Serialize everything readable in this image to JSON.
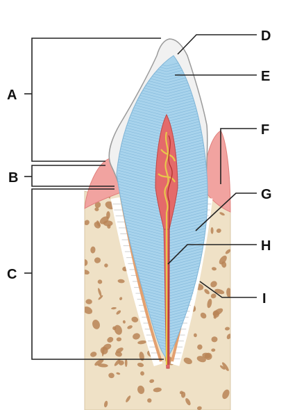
{
  "labels": {
    "A": "A",
    "B": "B",
    "C": "C",
    "D": "D",
    "E": "E",
    "F": "F",
    "G": "G",
    "H": "H",
    "I": "I"
  },
  "colors": {
    "enamel": "#f1f1f1",
    "dentin": "#a8d3ec",
    "pulp": "#e46a6a",
    "nerve": "#e8c84a",
    "gum": "#f1a3a0",
    "bone": "#efe1c6",
    "bone_pores": "#b98456",
    "ligament": "#ffffff",
    "cementum": "#e3a06f",
    "line": "#222222"
  }
}
